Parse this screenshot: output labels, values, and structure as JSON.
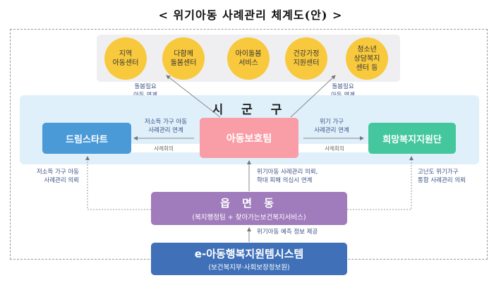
{
  "title": "< 위기아동 사례관리 체계도(안) >",
  "top_services": [
    {
      "line1": "지역",
      "line2": "아동센터",
      "line3": ""
    },
    {
      "line1": "다함께",
      "line2": "돌봄센터",
      "line3": ""
    },
    {
      "line1": "아이돌봄",
      "line2": "서비스",
      "line3": ""
    },
    {
      "line1": "건강가정",
      "line2": "지원센터",
      "line3": ""
    },
    {
      "line1": "청소년",
      "line2": "상담복지",
      "line3": "센터 등"
    }
  ],
  "care_link_left": {
    "line1": "돌봄필요",
    "line2": "아동 연계"
  },
  "care_link_right": {
    "line1": "돌봄필요",
    "line2": "아동 연계"
  },
  "sigungu": {
    "title": "시 군 구",
    "dream_start": "드림스타트",
    "child_protection_team": "아동보호팀",
    "hope_welfare": "희망복지지원단",
    "left_link": {
      "line1": "저소득 가구 아동",
      "line2": "사례관리 연계"
    },
    "right_link": {
      "line1": "위기 가구",
      "line2": "사례관리 연계"
    },
    "left_meeting": "사례회의",
    "right_meeting": "사례회의"
  },
  "left_request": {
    "line1": "저소득 가구 아동",
    "line2": "사례관리 의뢰"
  },
  "center_request": {
    "line1": "위기아동 사례관리 의뢰,",
    "line2": "학대 피해 의심시 연계"
  },
  "right_request": {
    "line1": "고난도 위기가구",
    "line2": "통합 사례관리 의뢰"
  },
  "eup_myeon_dong": {
    "title": "읍 면 동",
    "subtitle": "(복지행정팀 + 찾아가는보건복지서비스)"
  },
  "prediction_info": "위기아동 예측 정보 제공",
  "e_system": {
    "title": "e-아동행복지원템시스템",
    "subtitle": "(보건복지부·사회보장정보원)"
  },
  "colors": {
    "circle": "#f8c93c",
    "top_panel": "#efeff1",
    "sigungu_panel": "#dff0fb",
    "dream_start": "#4a9ad8",
    "child_protection_team": "#f99da6",
    "hope_welfare": "#44c79d",
    "eup_myeon_dong": "#a07cbc",
    "e_system": "#3f70b8",
    "label_text": "#3d5386"
  }
}
